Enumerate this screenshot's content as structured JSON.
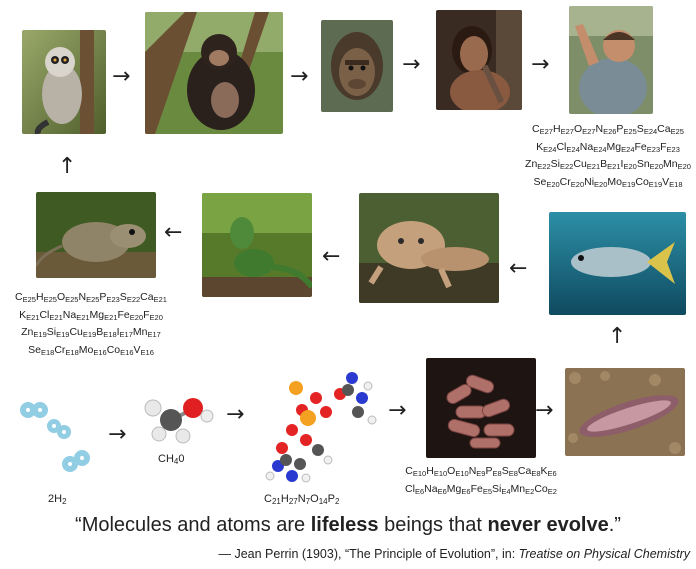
{
  "stages": [
    {
      "name": "lemur"
    },
    {
      "name": "chimpanzee"
    },
    {
      "name": "early-hominid"
    },
    {
      "name": "caveman"
    },
    {
      "name": "modern-human"
    },
    {
      "name": "fish"
    },
    {
      "name": "axolotl"
    },
    {
      "name": "lizard"
    },
    {
      "name": "shrew"
    },
    {
      "name": "hydrogen-molecules"
    },
    {
      "name": "methanol-molecule"
    },
    {
      "name": "nucleotide-molecule"
    },
    {
      "name": "bacteria"
    },
    {
      "name": "flatworm"
    }
  ],
  "formulas": {
    "human": [
      [
        [
          "C",
          "E27"
        ],
        [
          "H",
          "E27"
        ],
        [
          "O",
          "E27"
        ],
        [
          "N",
          "E26"
        ],
        [
          "P",
          "E25"
        ],
        [
          "S",
          "E24"
        ],
        [
          "Ca",
          "E25"
        ]
      ],
      [
        [
          "K",
          "E24"
        ],
        [
          "Cl",
          "E24"
        ],
        [
          "Na",
          "E24"
        ],
        [
          "Mg",
          "E24"
        ],
        [
          "Fe",
          "E23"
        ],
        [
          "F",
          "E23"
        ]
      ],
      [
        [
          "Zn",
          "E22"
        ],
        [
          "Si",
          "E22"
        ],
        [
          "Cu",
          "E21"
        ],
        [
          "B",
          "E21"
        ],
        [
          "I",
          "E20"
        ],
        [
          "Sn",
          "E20"
        ],
        [
          "Mn",
          "E20"
        ]
      ],
      [
        [
          "Se",
          "E20"
        ],
        [
          "Cr",
          "E20"
        ],
        [
          "Ni",
          "E20"
        ],
        [
          "Mo",
          "E19"
        ],
        [
          "Co",
          "E19"
        ],
        [
          "V",
          "E18"
        ]
      ]
    ],
    "shrew": [
      [
        [
          "C",
          "E25"
        ],
        [
          "H",
          "E25"
        ],
        [
          "O",
          "E25"
        ],
        [
          "N",
          "E25"
        ],
        [
          "P",
          "E23"
        ],
        [
          "S",
          "E22"
        ],
        [
          "Ca",
          "E21"
        ]
      ],
      [
        [
          "K",
          "E21"
        ],
        [
          "Cl",
          "E21"
        ],
        [
          "Na",
          "E21"
        ],
        [
          "Mg",
          "E21"
        ],
        [
          "Fe",
          "E20"
        ],
        [
          "F",
          "E20"
        ]
      ],
      [
        [
          "Zn",
          "E19"
        ],
        [
          "Si",
          "E19"
        ],
        [
          "Cu",
          "E19"
        ],
        [
          "B",
          "E18"
        ],
        [
          "I",
          "E17"
        ],
        [
          "Mn",
          "E17"
        ]
      ],
      [
        [
          "Se",
          "E18"
        ],
        [
          "Cr",
          "E18"
        ],
        [
          "Mo",
          "E16"
        ],
        [
          "Co",
          "E16"
        ],
        [
          "V",
          "E16"
        ]
      ]
    ],
    "bacteria": [
      [
        [
          "C",
          "E10"
        ],
        [
          "H",
          "E10"
        ],
        [
          "O",
          "E10"
        ],
        [
          "N",
          "E9"
        ],
        [
          "P",
          "E8"
        ],
        [
          "S",
          "E8"
        ],
        [
          "Ca",
          "E8"
        ],
        [
          "K",
          "E6"
        ]
      ],
      [
        [
          "Cl",
          "E6"
        ],
        [
          "Na",
          "E6"
        ],
        [
          "Mg",
          "E6"
        ],
        [
          "Fe",
          "E5"
        ],
        [
          "Si",
          "E4"
        ],
        [
          "Mn",
          "E2"
        ],
        [
          "Co",
          "E2"
        ]
      ]
    ]
  },
  "molecules": {
    "hydrogen": [
      [
        "H",
        "2"
      ]
    ],
    "hydrogen_prefix": "2",
    "methanol": [
      [
        "CH",
        "4"
      ],
      [
        "0",
        ""
      ]
    ],
    "nucleotide": [
      [
        "C",
        "21"
      ],
      [
        "H",
        "27"
      ],
      [
        "N",
        "7"
      ],
      [
        "O",
        "14"
      ],
      [
        "P",
        "2"
      ]
    ]
  },
  "quote": {
    "open": "“Molecules and atoms are ",
    "bold1": "lifeless",
    "mid": " beings that ",
    "bold2": "never evolve",
    "close": ".”"
  },
  "citation": {
    "text": "— Jean Perrin (1903), “The Principle of Evolution”, in: ",
    "book": "Treatise on Physical Chemistry"
  },
  "arrows": {
    "right": "→",
    "left": "←",
    "up": "↑"
  }
}
